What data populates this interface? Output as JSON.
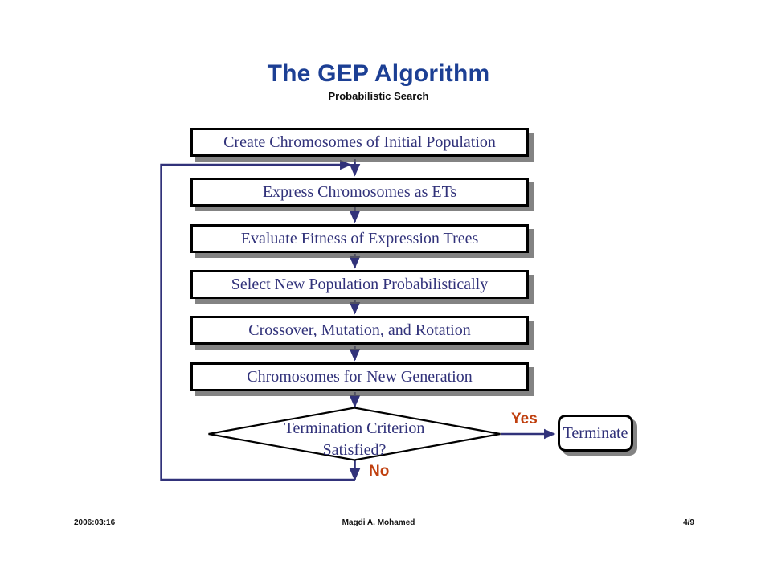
{
  "slide": {
    "title": "The GEP Algorithm",
    "subtitle": "Probabilistic Search",
    "title_color": "#1c3f94",
    "box_text_color": "#31327a",
    "branch_color": "#c0400f",
    "arrow_color": "#31327a"
  },
  "flowchart": {
    "type": "flowchart",
    "steps": [
      {
        "id": "create",
        "label": "Create Chromosomes of Initial Population"
      },
      {
        "id": "express",
        "label": "Express Chromosomes as ETs"
      },
      {
        "id": "evaluate",
        "label": "Evaluate Fitness of Expression Trees"
      },
      {
        "id": "select",
        "label": "Select New Population Probabilistically"
      },
      {
        "id": "variation",
        "label": "Crossover, Mutation, and Rotation"
      },
      {
        "id": "newgen",
        "label": "Chromosomes for New Generation"
      }
    ],
    "decision": {
      "id": "termination",
      "line1": "Termination Criterion",
      "line2": "Satisfied?"
    },
    "terminal": {
      "id": "terminate",
      "label": "Terminate"
    },
    "branches": {
      "yes": "Yes",
      "no": "No"
    }
  },
  "footer": {
    "date": "2006:03:16",
    "author": "Magdi A. Mohamed",
    "page": "4/9"
  }
}
